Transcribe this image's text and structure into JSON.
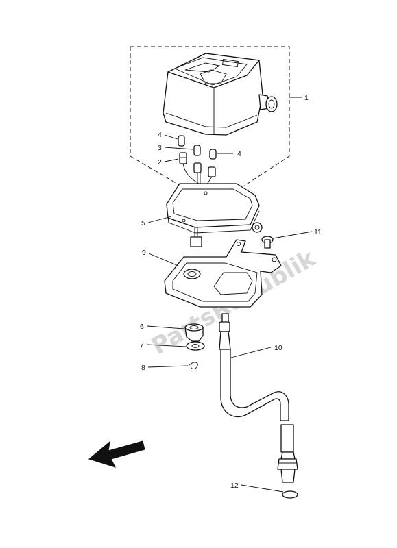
{
  "diagram": {
    "watermark": "PartsRepublik",
    "callouts": [
      {
        "id": "c1",
        "label": "1"
      },
      {
        "id": "c2",
        "label": "2"
      },
      {
        "id": "c3",
        "label": "3"
      },
      {
        "id": "c4a",
        "label": "4"
      },
      {
        "id": "c4b",
        "label": "4"
      },
      {
        "id": "c5",
        "label": "5"
      },
      {
        "id": "c6",
        "label": "6"
      },
      {
        "id": "c7",
        "label": "7"
      },
      {
        "id": "c8",
        "label": "8"
      },
      {
        "id": "c9",
        "label": "9"
      },
      {
        "id": "c10",
        "label": "10"
      },
      {
        "id": "c11",
        "label": "11"
      },
      {
        "id": "c12",
        "label": "12"
      }
    ]
  }
}
